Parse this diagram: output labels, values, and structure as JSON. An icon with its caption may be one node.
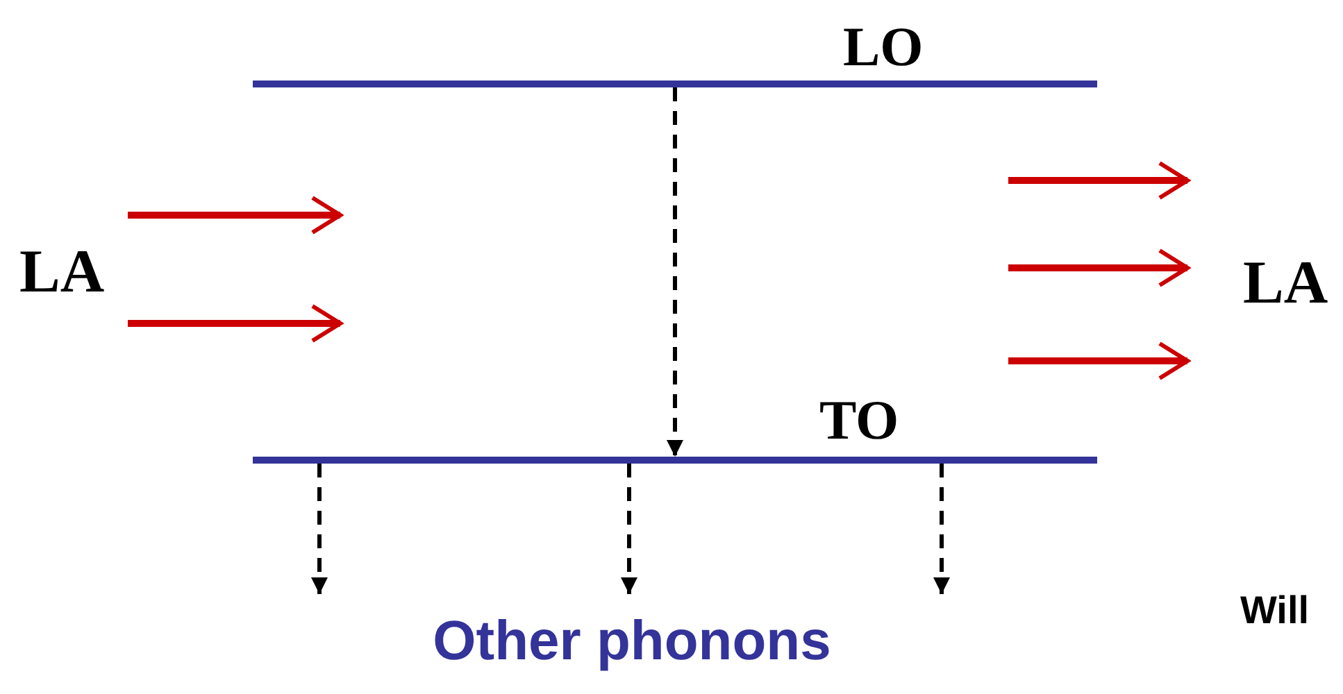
{
  "diagram": {
    "nodes": [
      {
        "text": [
          "LO"
        ]
      },
      {
        "text": [
          "LA"
        ]
      },
      {
        "text": [
          "LA"
        ]
      },
      {
        "text": [
          "TO"
        ]
      },
      {
        "text": [
          "Other phonons"
        ]
      }
    ],
    "edges": [
      {
        "from": 0,
        "to": 3,
        "arrow": "to",
        "style": "dashed",
        "color": "#000000"
      },
      {
        "from": 1,
        "to": null,
        "arrow": "to",
        "color": "#cc0000"
      },
      {
        "from": 1,
        "to": null,
        "arrow": "to",
        "color": "#cc0000"
      },
      {
        "from": null,
        "to": 2,
        "arrow": "to",
        "color": "#cc0000"
      },
      {
        "from": null,
        "to": 2,
        "arrow": "to",
        "color": "#cc0000"
      },
      {
        "from": null,
        "to": 2,
        "arrow": "to",
        "color": "#cc0000"
      },
      {
        "from": 3,
        "to": 4,
        "arrow": "to",
        "style": "dashed",
        "color": "#000000"
      },
      {
        "from": 3,
        "to": 4,
        "arrow": "to",
        "style": "dashed",
        "color": "#000000"
      },
      {
        "from": 3,
        "to": 4,
        "arrow": "to",
        "style": "dashed",
        "color": "#000000"
      }
    ],
    "labels": [
      "Will"
    ]
  }
}
